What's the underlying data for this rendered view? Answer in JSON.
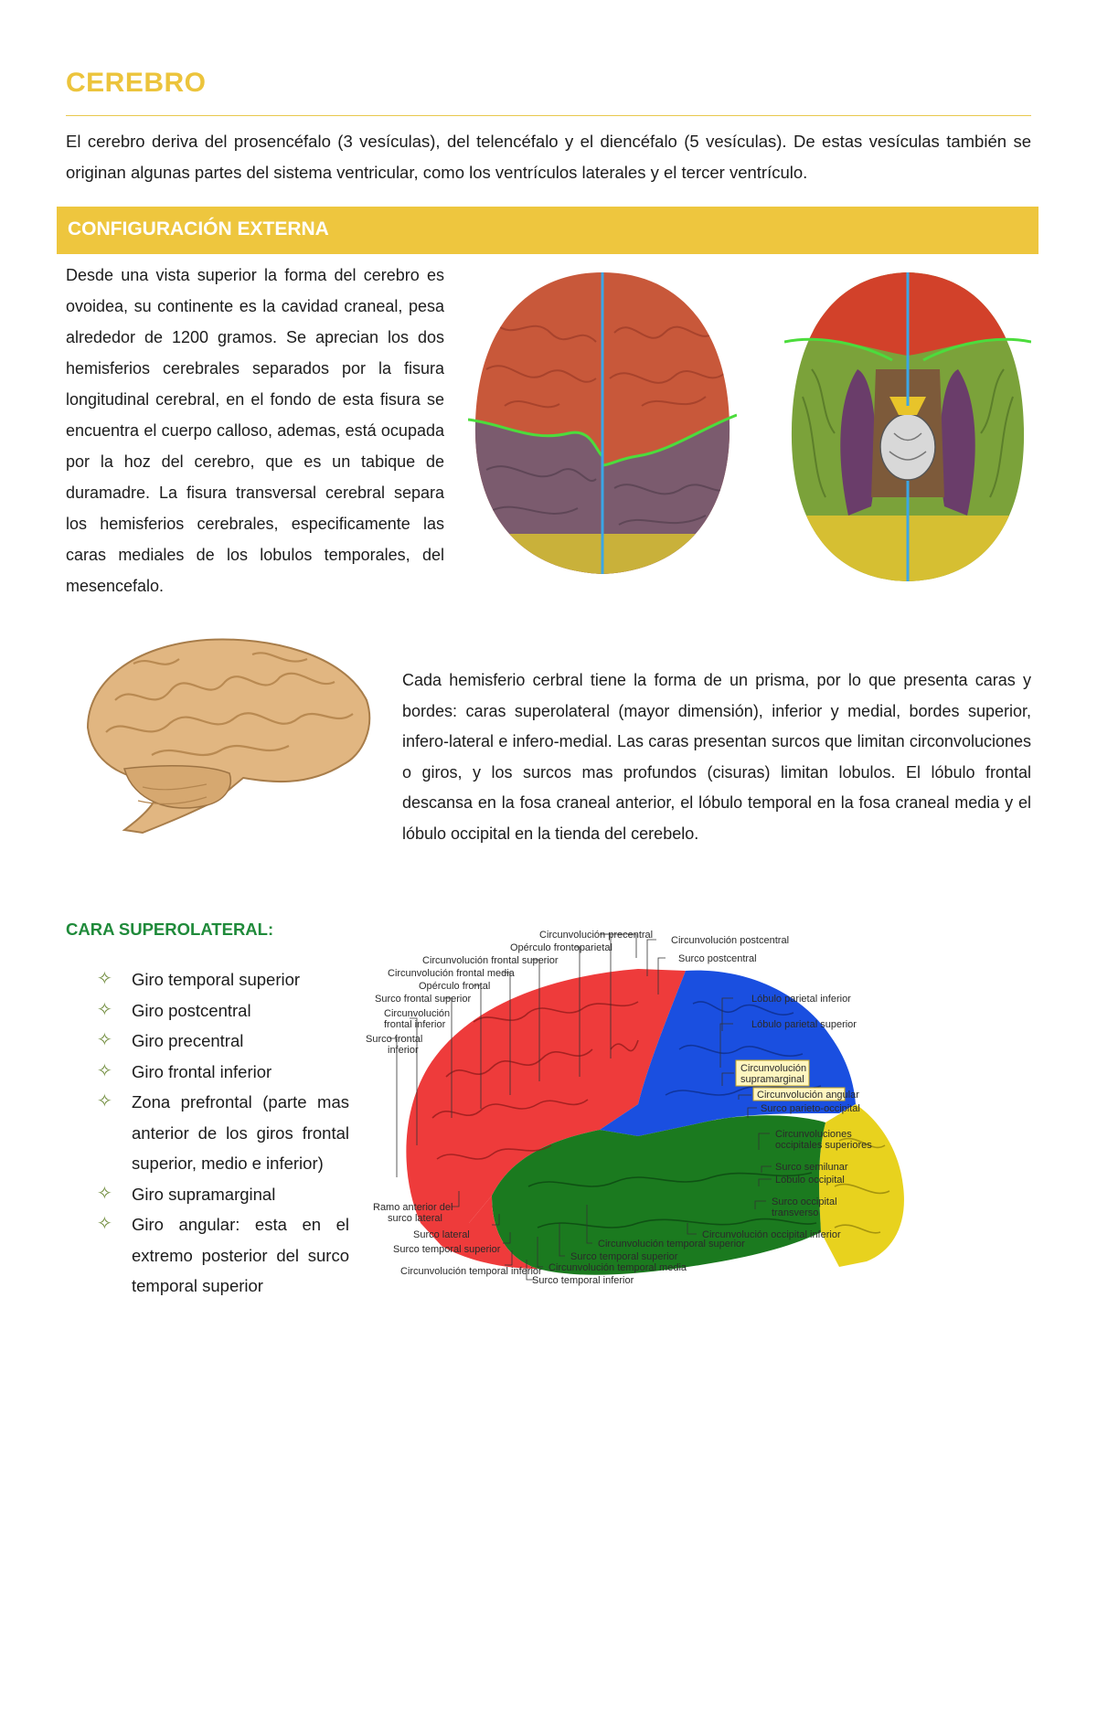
{
  "title": "CEREBRO",
  "intro": "El cerebro deriva del prosencéfalo (3 vesículas), del telencéfalo y el diencéfalo (5 vesículas). De estas vesículas también se originan algunas partes del sistema ventricular, como los ventrículos laterales y el tercer ventrículo.",
  "section": {
    "title": "CONFIGURACIÓN EXTERNA",
    "paragraph1": "Desde una vista superior la forma del cerebro es ovoidea, su continente es la cavidad craneal, pesa alrededor de 1200 gramos. Se aprecian los dos hemisferios cerebrales separados por la fisura longitudinal cerebral, en el fondo de esta fisura se encuentra el cuerpo calloso, ademas, está ocupada por la hoz del cerebro, que es un tabique de duramadre. La fisura transversal cerebral separa los hemisferios cerebrales, especificamente las caras mediales de los lobulos temporales, del mesencefalo.",
    "paragraph2": "Cada hemisferio cerbral tiene la forma de un prisma, por lo que presenta caras y bordes: caras superolateral (mayor dimensión), inferior y medial, bordes superior, infero-lateral e infero-medial. Las caras presentan surcos que limitan circonvoluciones o giros, y los surcos mas profundos (cisuras) limitan lobulos. El lóbulo frontal descansa en la fosa craneal anterior, el lóbulo temporal en la fosa craneal media y el lóbulo occipital en la tienda del cerebelo."
  },
  "superolateral": {
    "title": "CARA SUPEROLATERAL:",
    "items": [
      "Giro temporal superior",
      "Giro postcentral",
      "Giro precentral",
      "Giro frontal inferior",
      "Zona prefrontal (parte mas anterior de los giros frontal superior, medio e inferior)",
      "Giro supramarginal",
      "Giro angular: esta en el extremo posterior del surco temporal superior"
    ]
  },
  "diagram_labels": {
    "precentral": "Circunvolución precentral",
    "operculo": "Opérculo frontoparietal",
    "frontal_superior": "Circunvolución frontal superior",
    "frontal_media": "Circunvolución frontal media",
    "operculo_frontal": "Opérculo frontal",
    "surco_frontal_superior": "Surco frontal superior",
    "frontal_inferior_1": "Circunvolución",
    "frontal_inferior_2": "frontal inferior",
    "surco_frontal_inferior_1": "Surco frontal",
    "surco_frontal_inferior_2": "inferior",
    "postcentral": "Circunvolución postcentral",
    "surco_postcentral": "Surco postcentral",
    "parietal_inferior": "Lóbulo parietal inferior",
    "parietal_superior": "Lóbulo parietal superior",
    "supramarginal_1": "Circunvolución",
    "supramarginal_2": "supramarginal",
    "angular": "Circunvolución angular",
    "parieto_occipital": "Surco parieto-occipital",
    "occipitales_sup_1": "Circunvoluciones",
    "occipitales_sup_2": "occipitales superiores",
    "semilunar": "Surco semilunar",
    "lobulo_occipital": "Lóbulo occipital",
    "occipital_transverso_1": "Surco occipital",
    "occipital_transverso_2": "transverso",
    "occipital_inferior": "Circunvolución occipital inferior",
    "temporal_superior": "Circunvolución temporal superior",
    "surco_temporal_superior_r": "Surco temporal superior",
    "temporal_media": "Circunvolución temporal media",
    "surco_temporal_inferior": "Surco temporal inferior",
    "ramo_anterior_1": "Ramo anterior del",
    "ramo_anterior_2": "surco lateral",
    "surco_lateral": "Surco lateral",
    "surco_temporal_superior_l": "Surco temporal superior",
    "temporal_inferior": "Circunvolución temporal inferior"
  },
  "colors": {
    "accent_yellow": "#eec63e",
    "green_heading": "#1f8a3a",
    "frontal_red": "#ee3b3b",
    "parietal_blue": "#1a4fe0",
    "temporal_green": "#1b7a1f",
    "occipital_yellow": "#e8d21e"
  }
}
